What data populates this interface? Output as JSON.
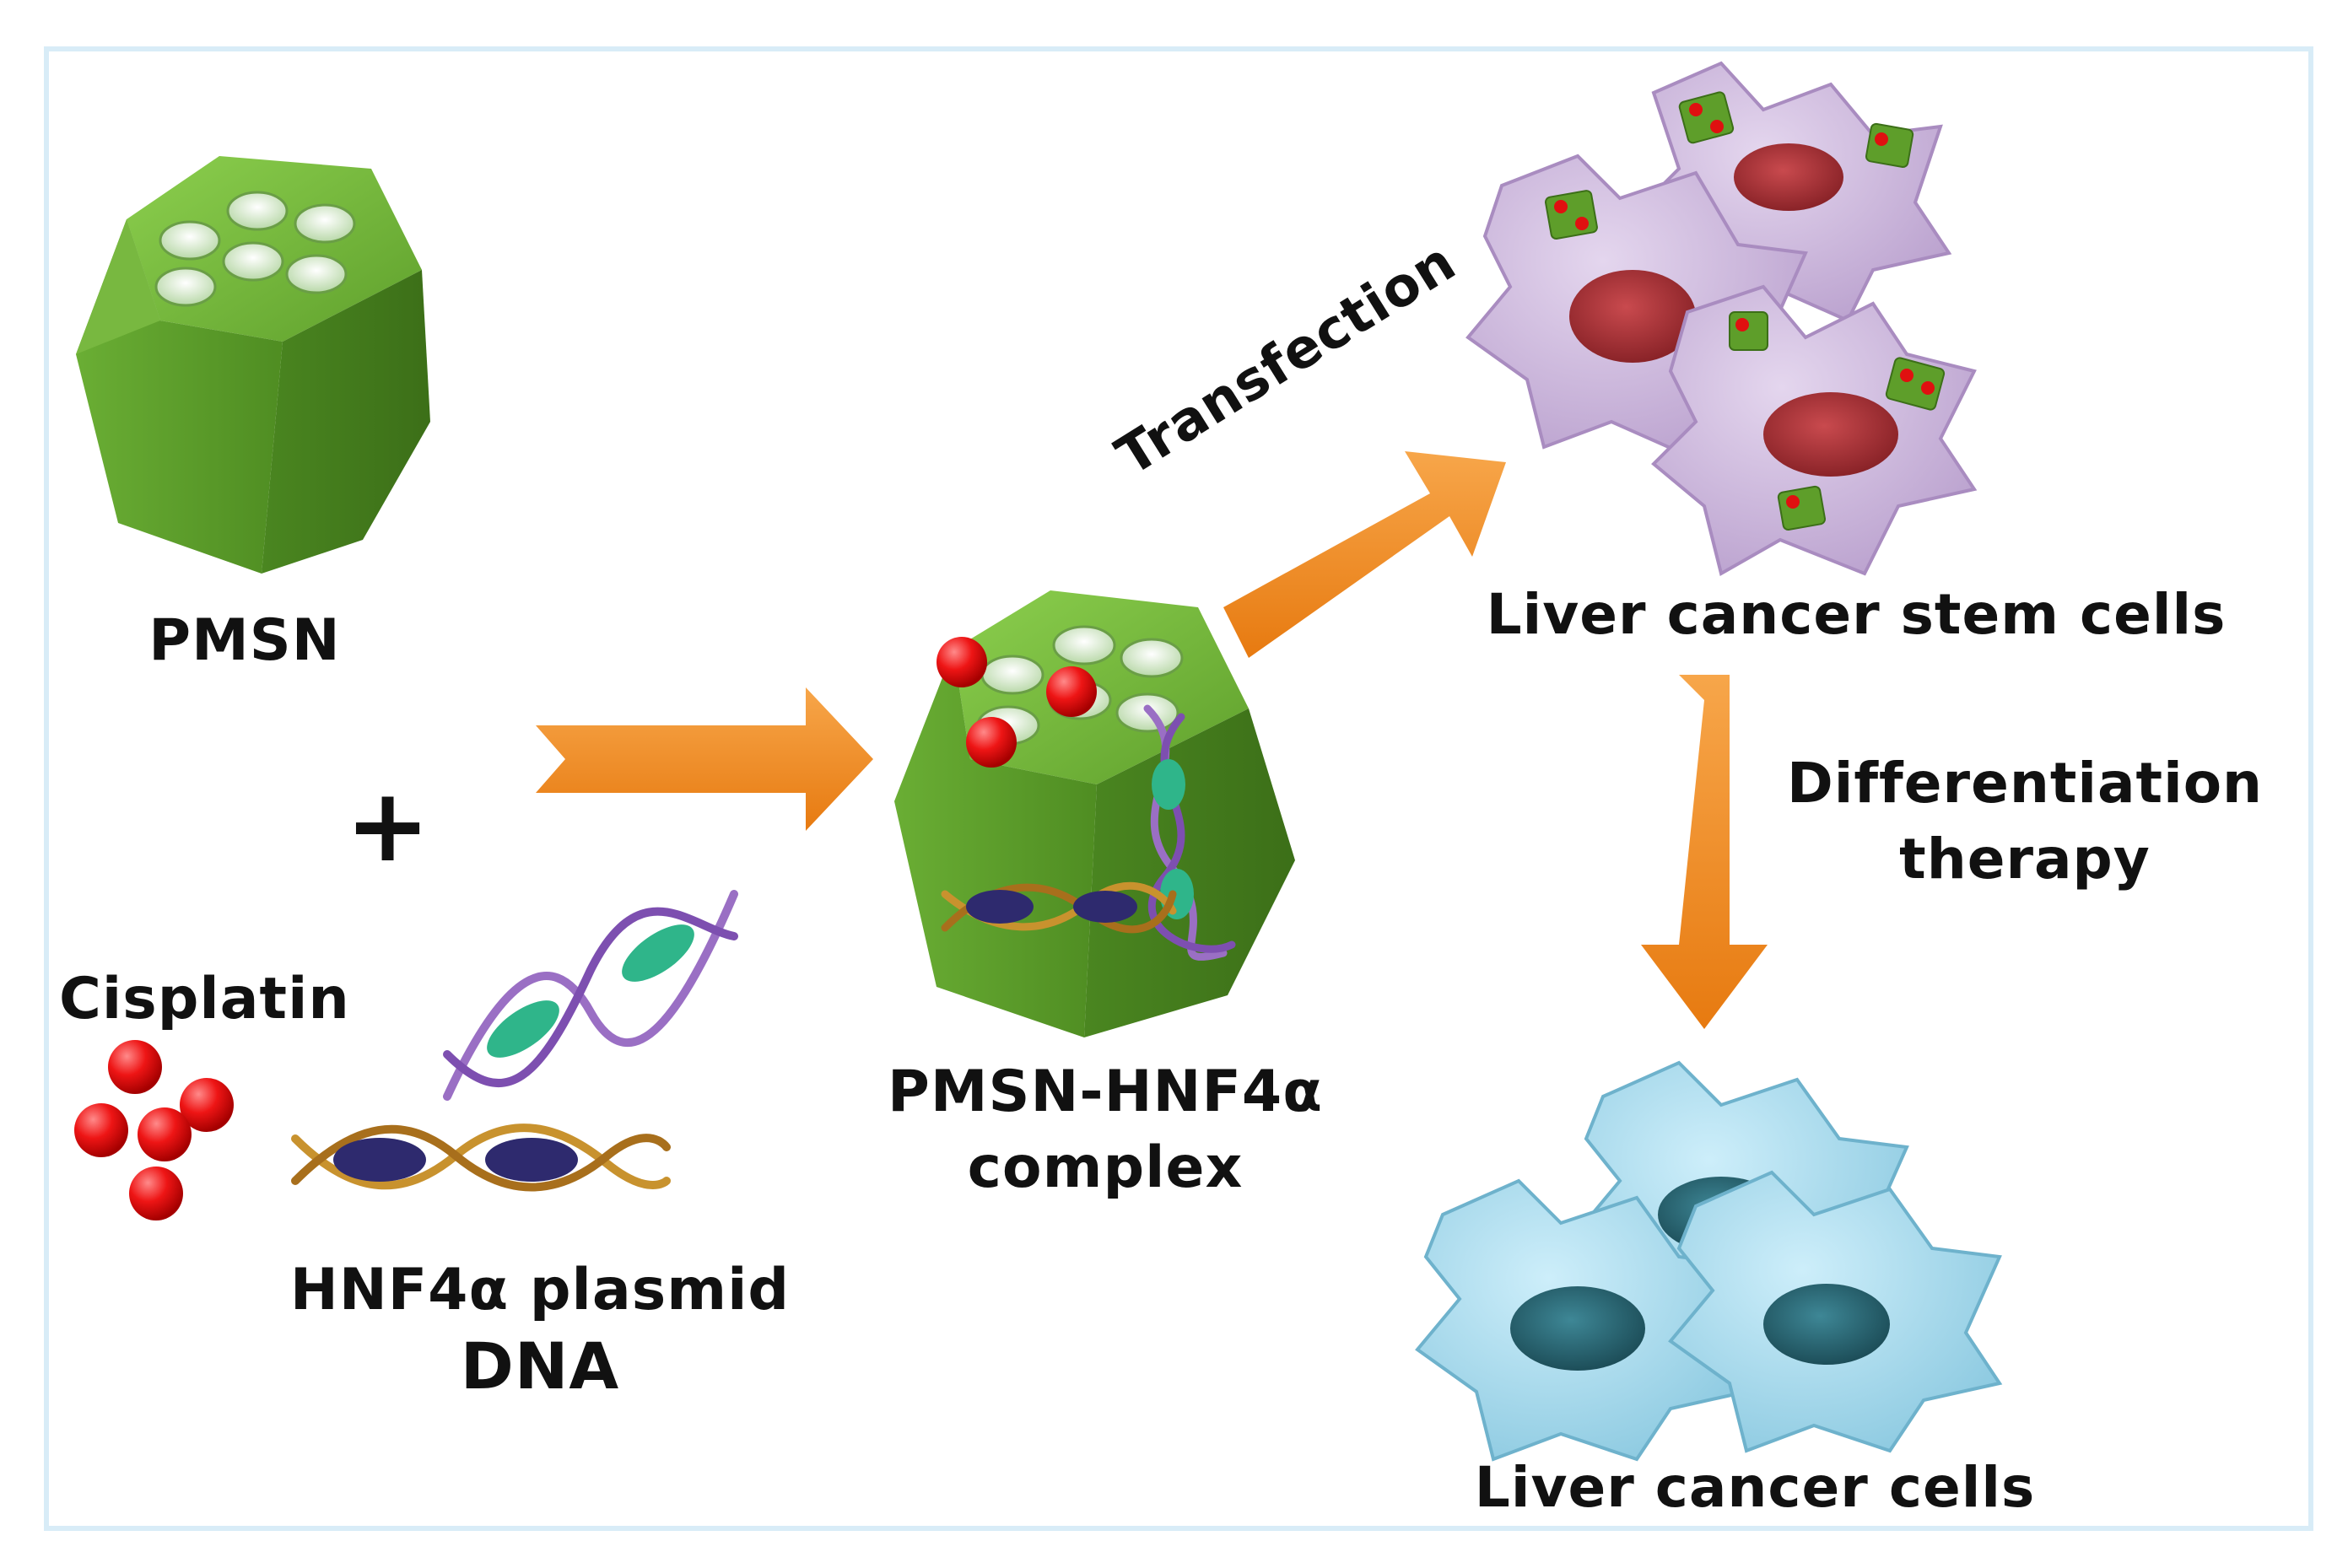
{
  "labels": {
    "pmsn": "PMSN",
    "plus": "+",
    "cisplatin": "Cisplatin",
    "plasmid_line1": "HNF4α plasmid",
    "plasmid_line2": "DNA",
    "complex_line1": "PMSN-HNF4α",
    "complex_line2": "complex",
    "transfection": "Transfection",
    "stem_cells": "Liver cancer stem cells",
    "diff_line1": "Differentiation",
    "diff_line2": "therapy",
    "cancer_cells": "Liver cancer cells"
  },
  "colors": {
    "nanoparticle_green": "#5e9e2a",
    "arrow_orange": "#f08a22",
    "cisplatin_red": "#e01010",
    "stem_cell_purple": "#cdb6dc",
    "stem_nucleus": "#b0353a",
    "cancer_cell_blue": "#a9dcee",
    "cancer_nucleus": "#2c6a78",
    "dna_purple": "#9a6fc4",
    "dna_gold": "#c8922e"
  }
}
